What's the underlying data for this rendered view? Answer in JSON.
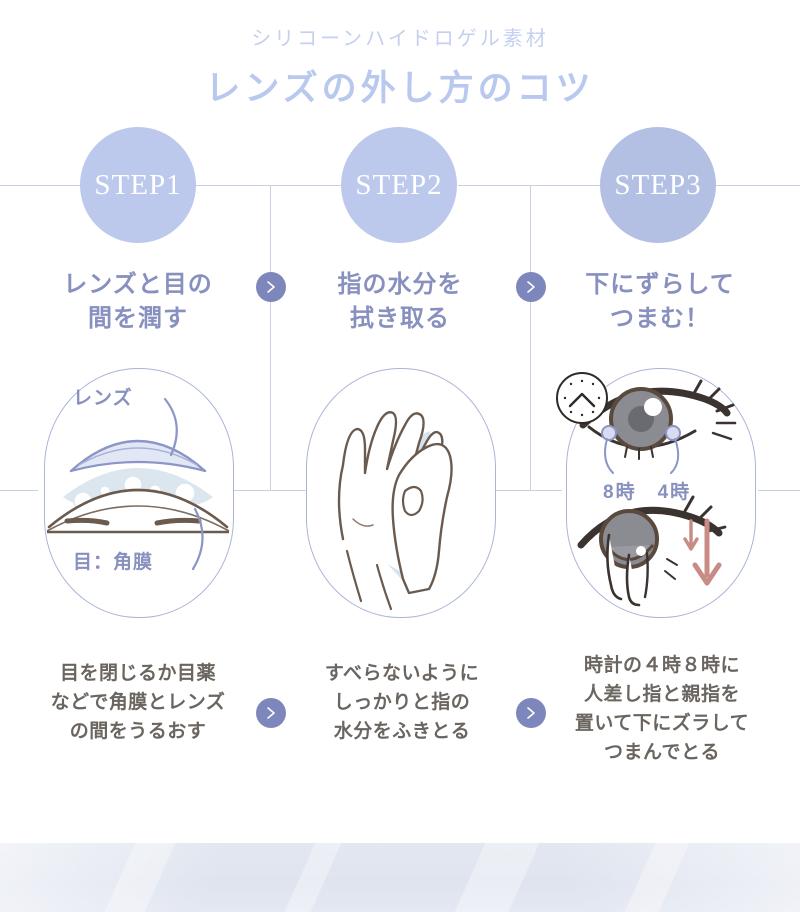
{
  "header": {
    "subtitle": "シリコーンハイドロゲル素材",
    "title": "レンズの外し方のコツ"
  },
  "colors": {
    "title": "#b9c8ee",
    "subtitle": "#c3d0ef",
    "step_circle": "#bdc9ec",
    "step_circle_3": "#b3c0e4",
    "heading_text": "#8790bf",
    "caption_text": "#6b6560",
    "arrow_badge": "#7e87bb",
    "divider": "#c9cfe0",
    "illus_border": "#aab4d8",
    "line_art": "#6b5b4f",
    "water_fill": "#cfdeea",
    "lens_stroke": "#8b95c6",
    "arrow_red": "#c98b85",
    "bottom_band": "#e2e7f0"
  },
  "steps": [
    {
      "badge": "STEP1",
      "heading": "レンズと目の\n間を潤す",
      "heading_lines": [
        "レンズと目の",
        "間を潤す"
      ],
      "caption_lines": [
        "目を閉じるか目薬",
        "などで角膜とレンズ",
        "の間をうるおす"
      ],
      "illustration": {
        "name": "lens-on-cornea-diagram",
        "labels": [
          {
            "name": "lens-label",
            "text": "レンズ"
          },
          {
            "name": "cornea-label",
            "text": "目：角膜"
          }
        ]
      }
    },
    {
      "badge": "STEP2",
      "heading": "指の水分を\n拭き取る",
      "heading_lines": [
        "指の水分を",
        "拭き取る"
      ],
      "caption_lines": [
        "すべらないように",
        "しっかりと指の",
        "水分をふきとる"
      ],
      "illustration": {
        "name": "hands-drying-with-towel",
        "labels": []
      }
    },
    {
      "badge": "STEP3",
      "heading": "下にずらして\nつまむ！",
      "heading_lines": [
        "下にずらして",
        "つまむ！"
      ],
      "caption_lines": [
        "時計の４時８時に",
        "人差し指と親指を",
        "置いて下にズラして",
        "つまんでとる"
      ],
      "illustration": {
        "name": "eye-pinch-lens-diagram",
        "labels": [
          {
            "name": "clock-positions-label",
            "text": "8時　4時"
          }
        ],
        "clock_icon": "clock-icon"
      }
    }
  ],
  "arrows": {
    "glyph": "›",
    "between_headings": [
      "step1-to-step2",
      "step2-to-step3"
    ],
    "between_captions": [
      "caption1-to-caption2",
      "caption2-to-caption3"
    ]
  }
}
